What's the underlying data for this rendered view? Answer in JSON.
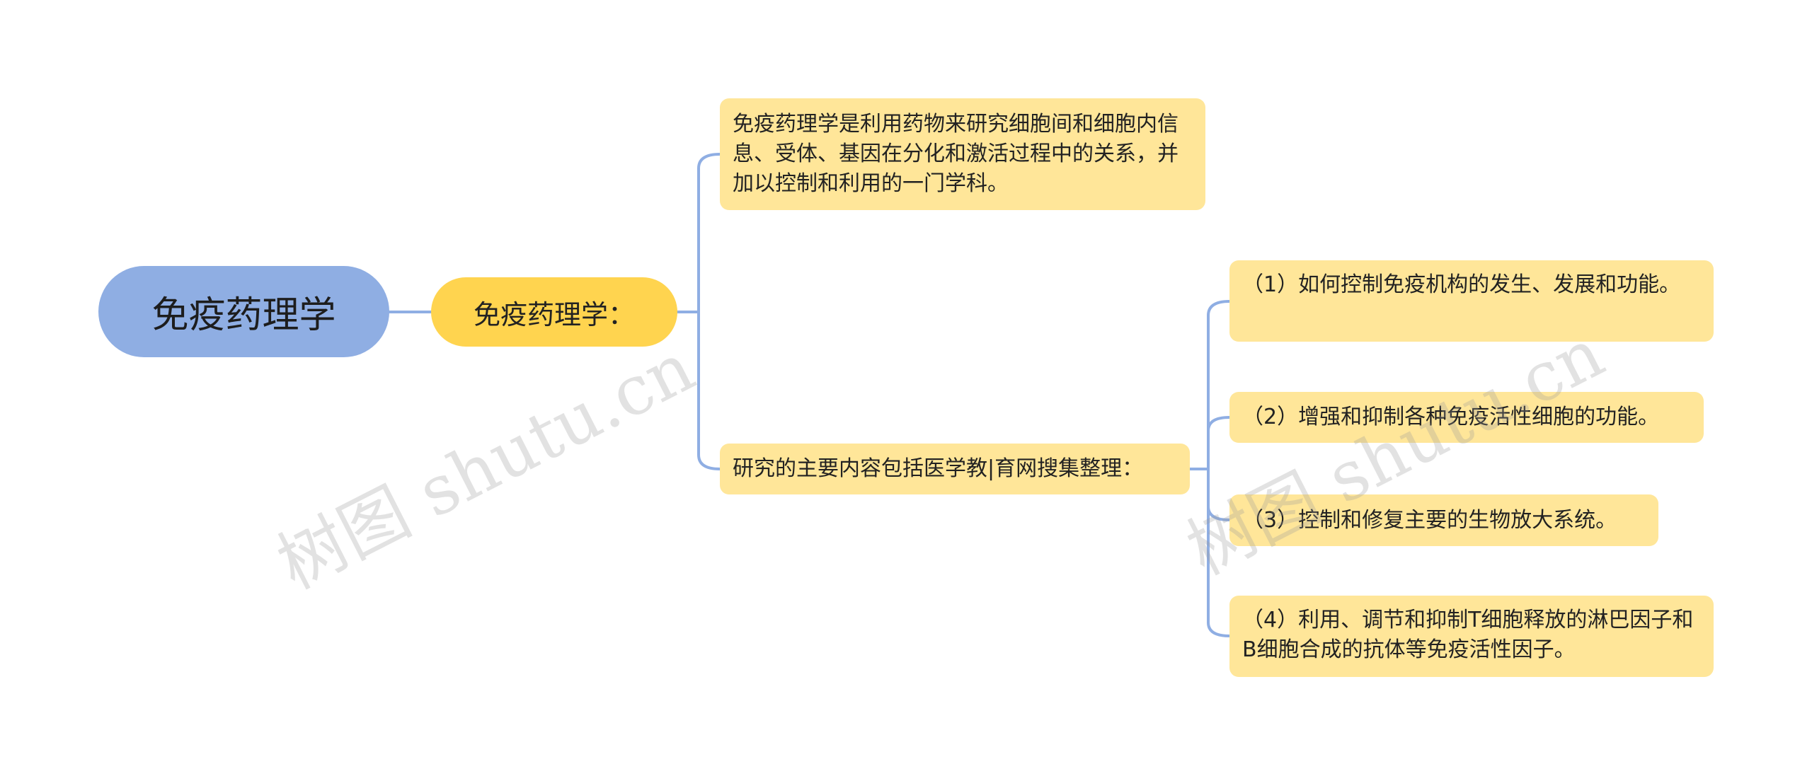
{
  "colors": {
    "root_fill": "#8faee3",
    "sub_fill": "#ffd44f",
    "leaf_fill": "#ffe699",
    "connector": "#8faee3"
  },
  "root": {
    "label": "免疫药理学"
  },
  "branch": {
    "label": "免疫药理学："
  },
  "definition": {
    "text": "免疫药理学是利用药物来研究细胞间和细胞内信息、受体、基因在分化和激活过程中的关系，并加以控制和利用的一门学科。"
  },
  "content": {
    "label": "研究的主要内容包括医学教|育网搜集整理：",
    "items": [
      "（1）如何控制免疫机构的发生、发展和功能。",
      "（2）增强和抑制各种免疫活性细胞的功能。",
      "（3）控制和修复主要的生物放大系统。",
      "（4）利用、调节和抑制T细胞释放的淋巴因子和B细胞合成的抗体等免疫活性因子。"
    ]
  },
  "watermarks": [
    "树图 shutu.cn",
    "树图 shutu.cn"
  ]
}
